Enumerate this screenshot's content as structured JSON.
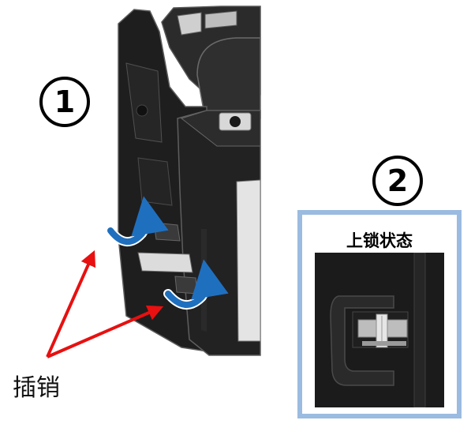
{
  "steps": {
    "step1": "1",
    "step2": "2"
  },
  "labels": {
    "pin": "插销",
    "lock_state": "上锁状态"
  },
  "colors": {
    "pointer_arrow": "#e81010",
    "motion_arrow": "#1f6fbf",
    "inset_border": "#9bbbe0",
    "device_body": "#1c1c1c"
  },
  "icons": {
    "pointer": "red-arrow-icon",
    "motion": "curved-blue-arrow-icon"
  }
}
